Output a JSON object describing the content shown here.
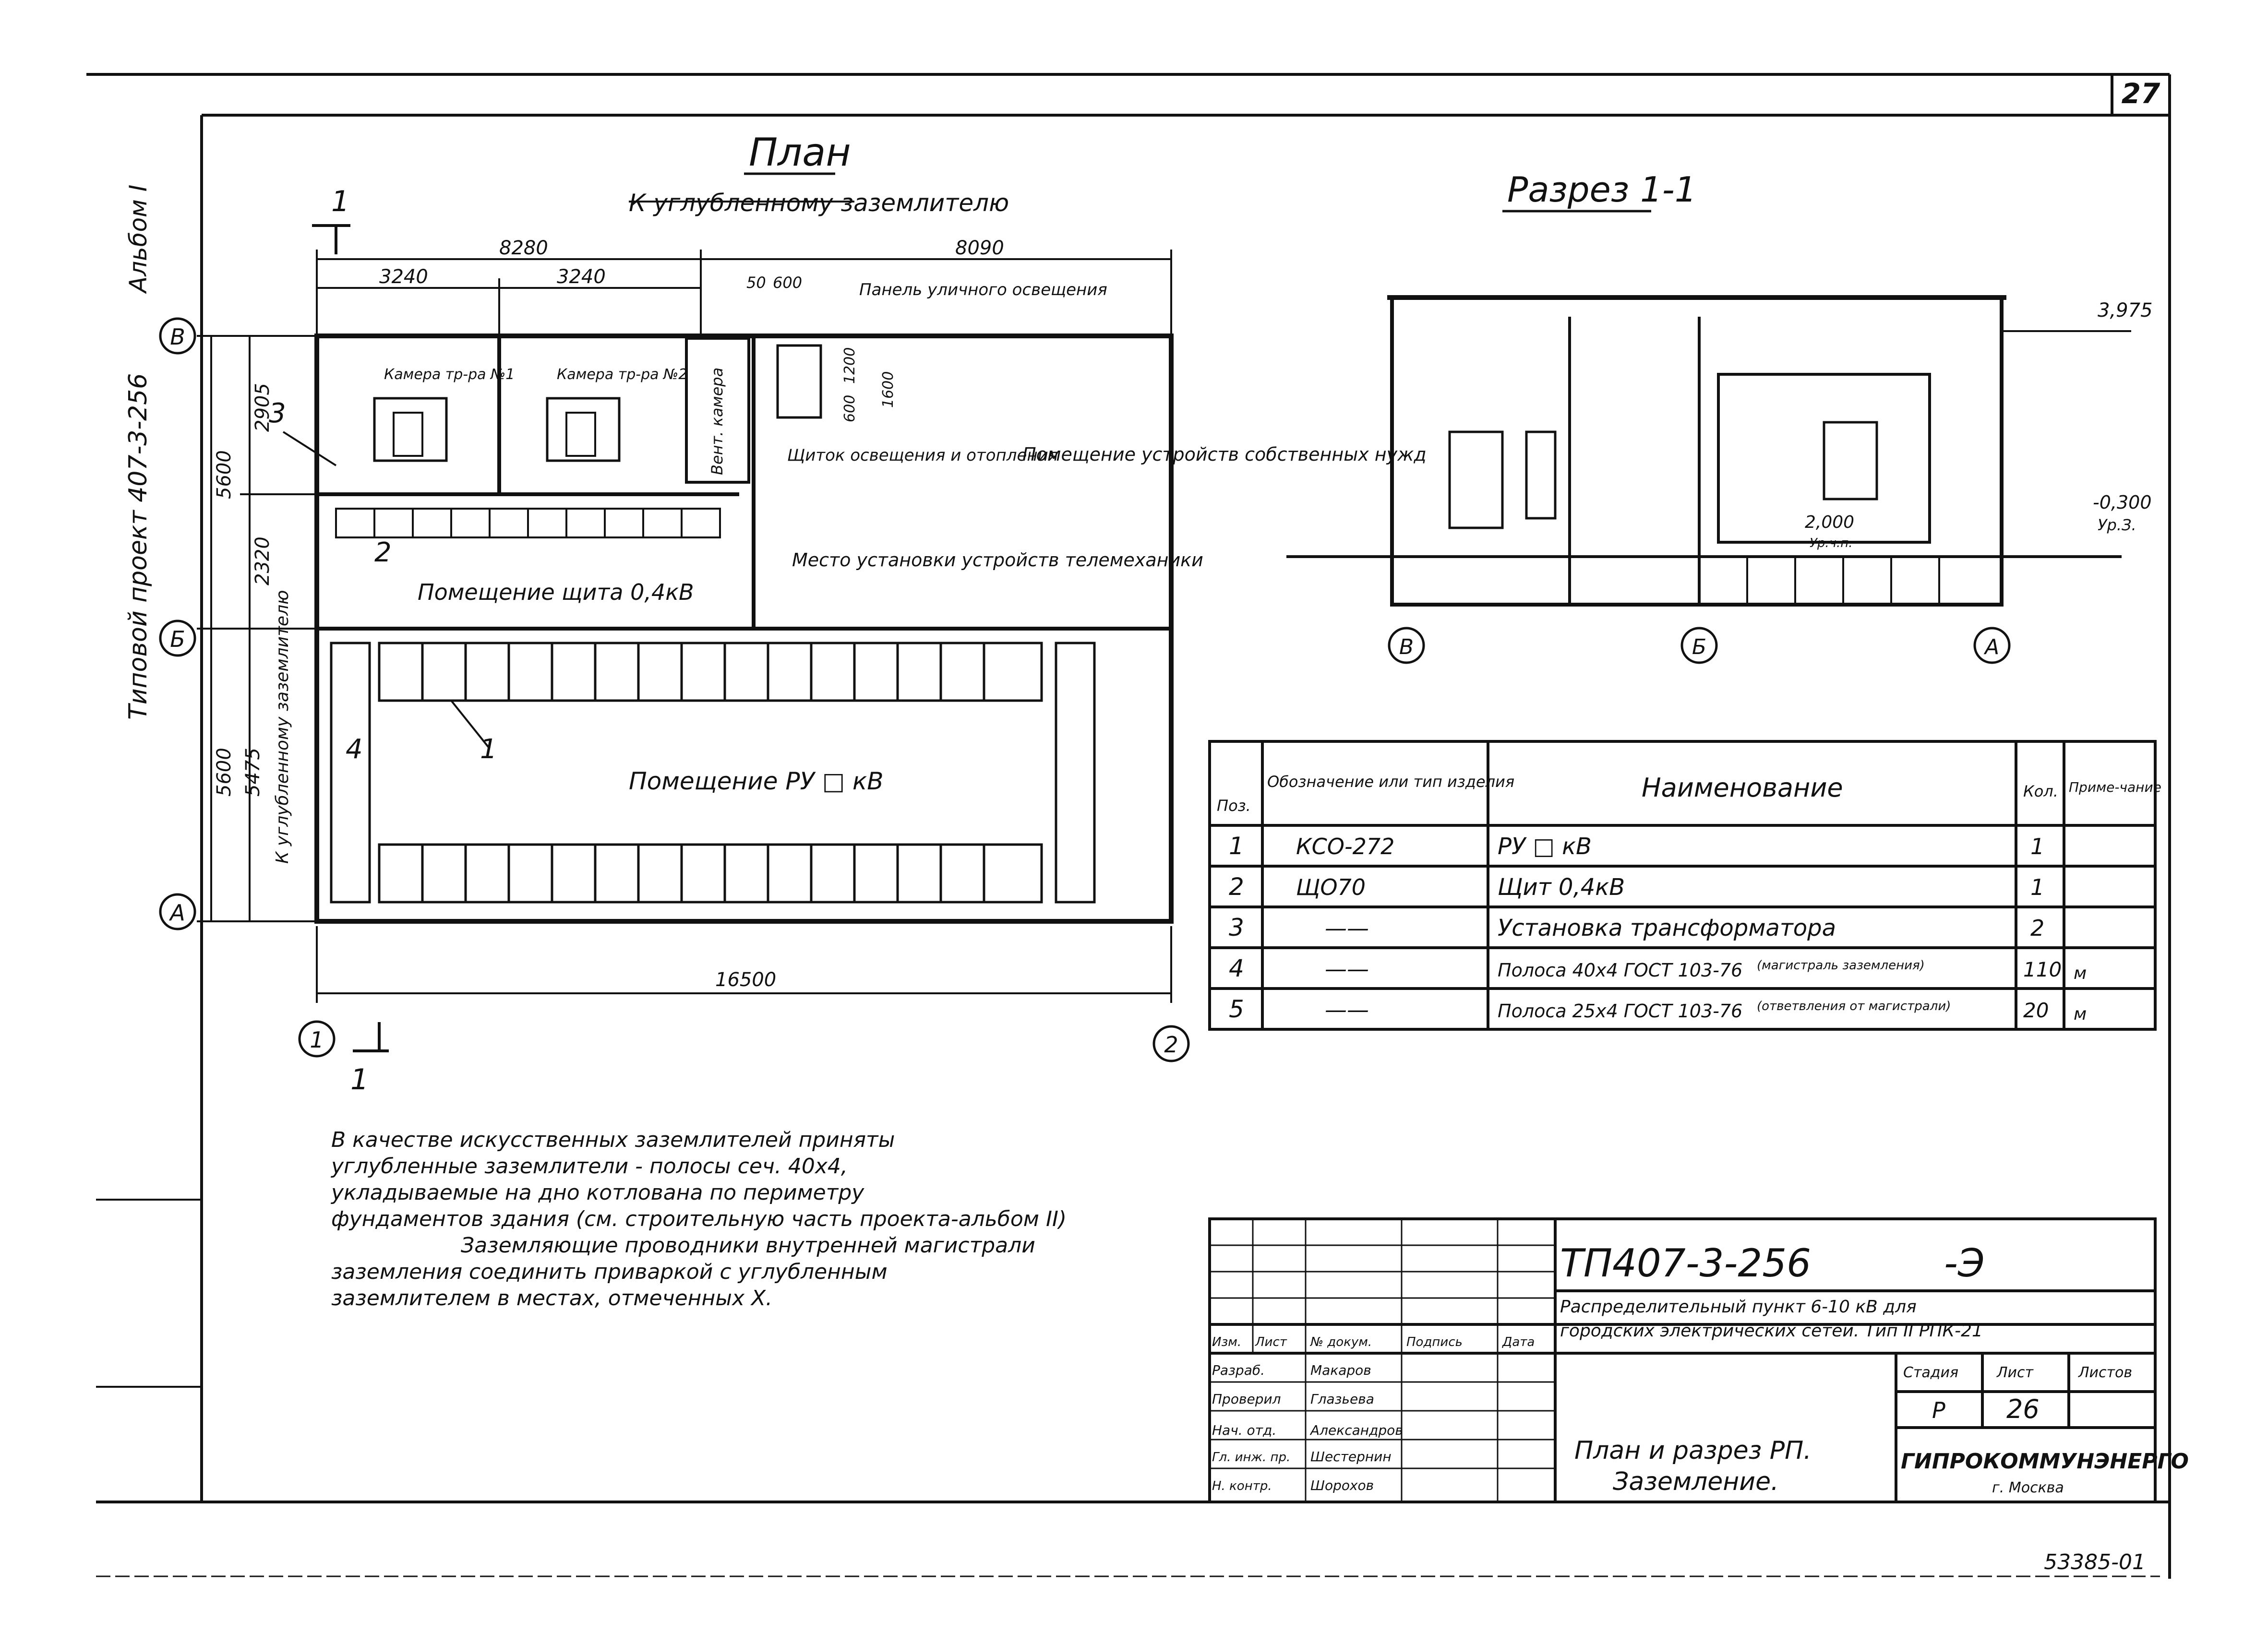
{
  "sheet": {
    "page_number": "27",
    "side_album": "Альбом I",
    "side_project": "Типовой проект 407-3-256",
    "stamp_mark": "53385-01"
  },
  "plan": {
    "title": "План",
    "section_mark": "1",
    "section_mark_bottom": "1",
    "callout_deep_earth": "К углубленному заземлителю",
    "callout_deep_earth_vertical": "К углубленному заземлителю",
    "dimensions": {
      "top_left_total": "8280",
      "top_left_a": "3240",
      "top_left_b": "3240",
      "top_right_total": "8090",
      "top_right_a": "50",
      "top_right_b": "600",
      "overall_width": "16500",
      "left_5600_top": "5600",
      "left_2905": "2905",
      "left_2320": "2320",
      "left_5600_bot": "5600",
      "left_5475": "5475",
      "inner_1200": "1200",
      "inner_600": "600",
      "inner_1600": "1600"
    },
    "axes": {
      "row_B": "В",
      "row_Bv": "Б",
      "row_A": "А",
      "col_1": "1",
      "col_2": "2"
    },
    "rooms": {
      "cam1": "Камера тр-ра №1",
      "cam2": "Камера тр-ра №2",
      "vent": "Вент. камера",
      "panel_street_light": "Панель уличного освещения",
      "lighting_board": "Щиток освещения и отопления",
      "own_needs_room": "Помещение устройств собственных нужд",
      "telemech_place": "Место установки устройств телемеханики",
      "switchboard_room": "Помещение щита 0,4кВ",
      "ru_room": "Помещение РУ □ кВ"
    },
    "markers": [
      "1",
      "2",
      "3",
      "4"
    ]
  },
  "section": {
    "title": "Разрез 1-1",
    "elev_top": "3,975",
    "elev_mid": "2,000",
    "elev_mid_sub": "Ур.ч.п.",
    "elev_ground": "-0,300",
    "elev_ground_sub": "Ур.З.",
    "axes": [
      "В",
      "Б",
      "А"
    ]
  },
  "spec_table": {
    "headers": {
      "pos": "Поз.",
      "designation": "Обозначение или тип изделия",
      "name": "Наименование",
      "qty": "Кол.",
      "note": "Приме-чание"
    },
    "rows": [
      {
        "pos": "1",
        "designation": "КСО-272",
        "name": "РУ □ кВ",
        "qty": "1",
        "note": ""
      },
      {
        "pos": "2",
        "designation": "ЩО70",
        "name": "Щит 0,4кВ",
        "qty": "1",
        "note": ""
      },
      {
        "pos": "3",
        "designation": "——",
        "name": "Установка трансформатора",
        "qty": "2",
        "note": ""
      },
      {
        "pos": "4",
        "designation": "——",
        "name": "Полоса 40х4 ГОСТ 103-76",
        "name_sub": "(магистраль заземления)",
        "qty": "110",
        "note": "м"
      },
      {
        "pos": "5",
        "designation": "——",
        "name": "Полоса 25х4 ГОСТ 103-76",
        "name_sub": "(ответвления от магистрали)",
        "qty": "20",
        "note": "м"
      }
    ]
  },
  "notes": [
    "В качестве искусственных заземлителей приняты",
    "углубленные заземлители - полосы сеч. 40х4,",
    "укладываемые на дно котлована по периметру",
    "фундаментов здания (см. строительную часть проекта-альбом II)",
    "Заземляющие проводники внутренней магистрали",
    "заземления соединить приваркой с углубленным",
    "заземлителем в местах, отмеченных Х."
  ],
  "title_block": {
    "project_code": "ТП407-3-256",
    "suffix": "-Э",
    "description_line1": "Распределительный пункт 6-10 кВ для",
    "description_line2": "городских электрических сетей. Тип II РПК-21",
    "headers": [
      "Изм.",
      "Лист",
      "№ докум.",
      "Подпись",
      "Дата"
    ],
    "roles": [
      {
        "role": "Разраб.",
        "name": "Макаров"
      },
      {
        "role": "Проверил",
        "name": "Глазьева"
      },
      {
        "role": "Нач. отд.",
        "name": "Александров"
      },
      {
        "role": "Гл. инж. пр.",
        "name": "Шестернин"
      },
      {
        "role": "Н. контр.",
        "name": "Шорохов"
      }
    ],
    "stage_label": "Стадия",
    "sheet_label": "Лист",
    "sheets_label": "Листов",
    "stage_value": "Р",
    "sheet_value": "26",
    "sheets_value": "",
    "drawing_name_line1": "План и разрез РП.",
    "drawing_name_line2": "Заземление.",
    "org": "ГИПРОКОММУНЭНЕРГО",
    "city": "г. Москва"
  }
}
